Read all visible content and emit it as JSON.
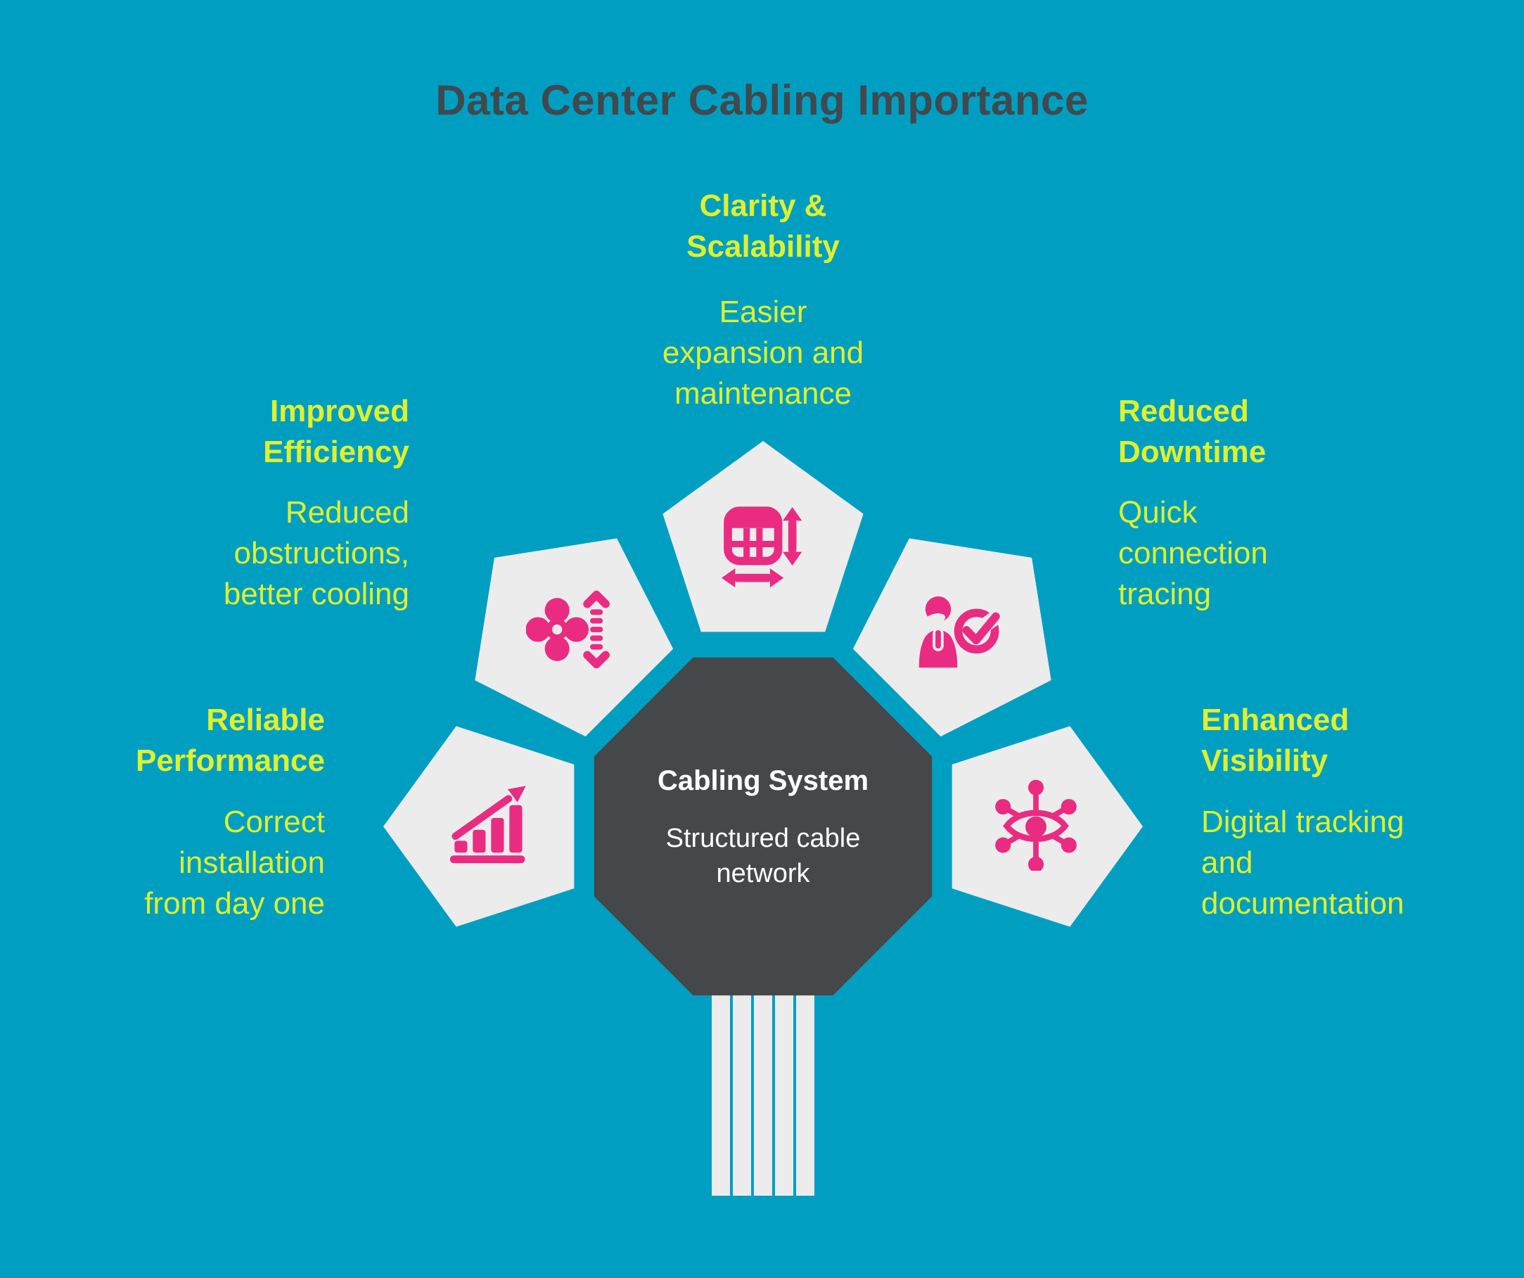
{
  "title": "Data Center Cabling Importance",
  "center": {
    "heading": "Cabling System",
    "body": "Structured cable\nnetwork"
  },
  "spokes": [
    {
      "id": "clarity-scalability",
      "position": "top",
      "heading": "Clarity &\nScalability",
      "body": "Easier\nexpansion and\nmaintenance",
      "icon": "resize-grid-icon"
    },
    {
      "id": "improved-efficiency",
      "position": "upper-left",
      "heading": "Improved\nEfficiency",
      "body": "Reduced\nobstructions,\nbetter cooling",
      "icon": "cooling-fan-icon"
    },
    {
      "id": "reduced-downtime",
      "position": "upper-right",
      "heading": "Reduced\nDowntime",
      "body": "Quick\nconnection\ntracing",
      "icon": "person-check-icon"
    },
    {
      "id": "reliable-performance",
      "position": "lower-left",
      "heading": "Reliable\nPerformance",
      "body": "Correct\ninstallation\nfrom day one",
      "icon": "growth-chart-icon"
    },
    {
      "id": "enhanced-visibility",
      "position": "lower-right",
      "heading": "Enhanced\nVisibility",
      "body": "Digital tracking\nand\ndocumentation",
      "icon": "eye-network-icon"
    }
  ],
  "colors": {
    "background": "#009fc2",
    "accent_pink": "#e92c82",
    "accent_yellow": "#dff02d",
    "shape_light": "#ececec",
    "shape_dark": "#464749",
    "title_color": "#40494e",
    "center_text": "#ffffff"
  }
}
